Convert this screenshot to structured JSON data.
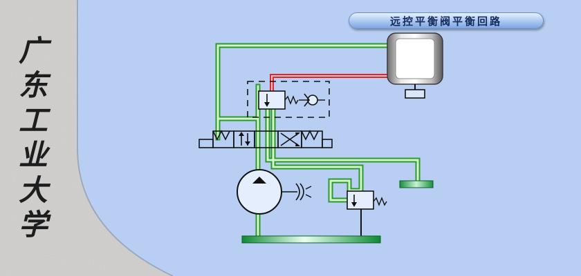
{
  "diagram": {
    "title": "远控平衡阀平衡回路",
    "watermark": [
      "广",
      "东",
      "工",
      "业",
      "大",
      "学"
    ]
  },
  "colors": {
    "background": "#c9dcf6",
    "panel": "#b6cef2",
    "texture": "#dad8d5",
    "pipe_fill": "#c9f0c0",
    "pipe_edge": "#2a9a2a",
    "pilot_line": "#e8212a",
    "component": "#111111"
  }
}
